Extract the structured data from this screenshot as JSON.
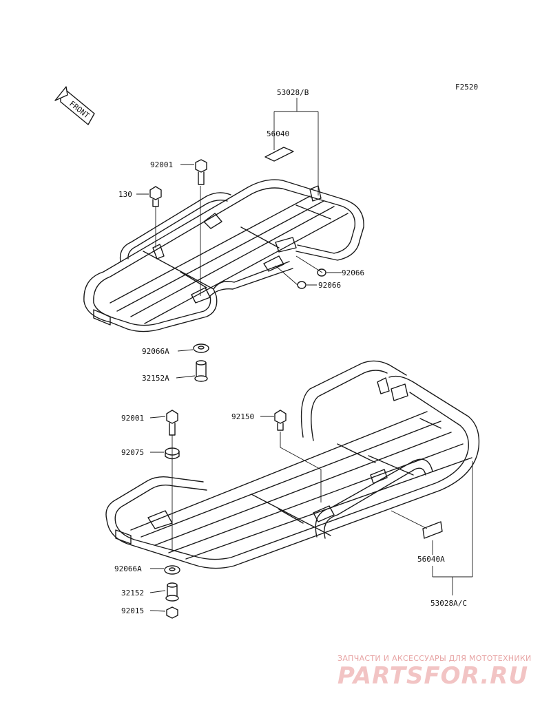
{
  "figure_code": "F2520",
  "front_marker": "FRONT",
  "labels": {
    "p53028b": "53028/B",
    "p56040": "56040",
    "p92001_top": "92001",
    "p130": "130",
    "p92066_a": "92066",
    "p92066_b": "92066",
    "p92066A_top": "92066A",
    "p32152A": "32152A",
    "p92001_bot": "92001",
    "p92150": "92150",
    "p92075": "92075",
    "p92066A_bot": "92066A",
    "p32152": "32152",
    "p92015": "92015",
    "p56040A": "56040A",
    "p53028AC": "53028A/C"
  },
  "watermark": {
    "tagline": "ЗАПЧАСТИ И АКСЕССУАРЫ ДЛЯ МОТОТЕХНИКИ",
    "logo": "PARTSFOR.RU"
  },
  "colors": {
    "line": "#1a1a1a",
    "watermark": "#e7a3a3"
  }
}
